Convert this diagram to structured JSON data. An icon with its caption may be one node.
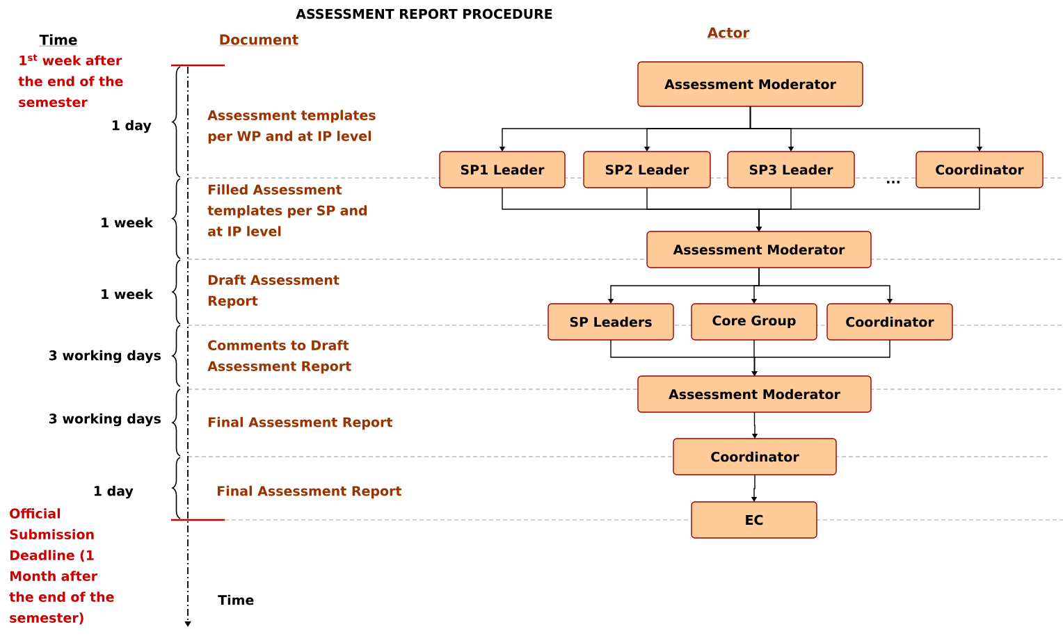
{
  "diagram": {
    "title": "ASSESSMENT REPORT PROCEDURE",
    "nodes": [
      {
        "text": [
          "Assessment Moderator"
        ]
      },
      {
        "text": [
          "SP1 Leader"
        ]
      },
      {
        "text": [
          "SP2 Leader"
        ]
      },
      {
        "text": [
          "SP3 Leader"
        ]
      },
      {
        "text": [
          "Coordinator"
        ]
      },
      {
        "text": [
          "Assessment Moderator"
        ]
      },
      {
        "text": [
          "SP Leaders"
        ]
      },
      {
        "text": [
          "Core Group"
        ]
      },
      {
        "text": [
          "Coordinator"
        ]
      },
      {
        "text": [
          "Assessment Moderator"
        ]
      },
      {
        "text": [
          "Coordinator"
        ]
      },
      {
        "text": [
          "EC"
        ]
      }
    ],
    "edges": [
      {
        "from": 0,
        "to": 1,
        "arrow": "to"
      },
      {
        "from": 0,
        "to": 2,
        "arrow": "to"
      },
      {
        "from": 0,
        "to": 3,
        "arrow": "to"
      },
      {
        "from": 0,
        "to": 4,
        "arrow": "to"
      },
      {
        "from": 1,
        "to": 5,
        "arrow": "to"
      },
      {
        "from": 2,
        "to": 5,
        "arrow": "to"
      },
      {
        "from": 3,
        "to": 5,
        "arrow": "to"
      },
      {
        "from": 4,
        "to": 5,
        "arrow": "to"
      },
      {
        "from": 5,
        "to": 6,
        "arrow": "to"
      },
      {
        "from": 5,
        "to": 7,
        "arrow": "to"
      },
      {
        "from": 5,
        "to": 8,
        "arrow": "to"
      },
      {
        "from": 6,
        "to": 9,
        "arrow": "to"
      },
      {
        "from": 7,
        "to": 9,
        "arrow": "to"
      },
      {
        "from": 8,
        "to": 9,
        "arrow": "to"
      },
      {
        "from": 9,
        "to": 10,
        "arrow": "to"
      },
      {
        "from": 10,
        "to": 11,
        "arrow": "to"
      }
    ],
    "labels": [
      "Time",
      "Document",
      "Actor",
      "\\mathbf{1}^{\\mathbf{st}}",
      "week after the end of the semester",
      "1 day",
      "Assessment templates per WP and at IP level",
      "1 week",
      "Filled Assessment templates per SP and at IP level",
      "...",
      "1 week",
      "Draft Assessment Report",
      "3 working days",
      "Comments to Draft Assessment Report",
      "3 working days",
      "Final Assessment Report",
      "1 day",
      "Final Assessment Report",
      "Official Submission Deadline (1 Month after the end of the semester)",
      "Time"
    ]
  }
}
